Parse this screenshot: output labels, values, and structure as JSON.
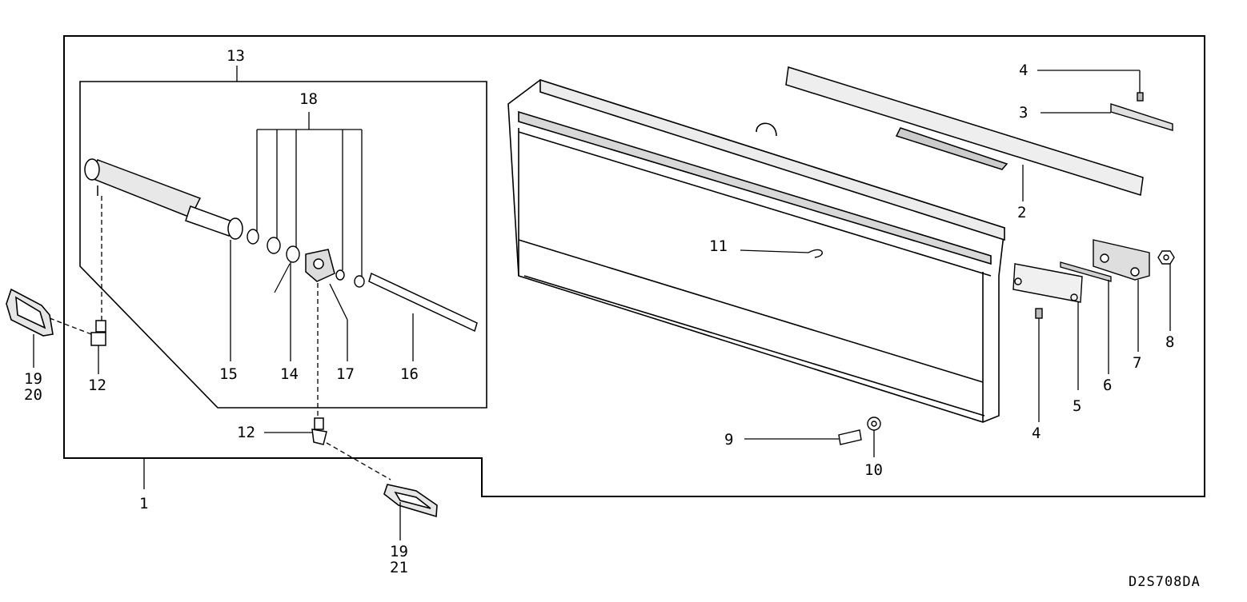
{
  "drawing_code": "D2S708DA",
  "callouts": {
    "c1": "1",
    "c2": "2",
    "c3": "3",
    "c4_top": "4",
    "c4_bottom": "4",
    "c5": "5",
    "c6": "6",
    "c7": "7",
    "c8": "8",
    "c9": "9",
    "c10": "10",
    "c11": "11",
    "c12_left": "12",
    "c12_center": "12",
    "c13": "13",
    "c14": "14",
    "c15": "15",
    "c16": "16",
    "c17": "17",
    "c18": "18",
    "c19_left": "19",
    "c20": "20",
    "c19_bottom": "19",
    "c21": "21"
  },
  "colors": {
    "line": "#000000",
    "background": "#ffffff",
    "shade": "#cfcfcf"
  }
}
